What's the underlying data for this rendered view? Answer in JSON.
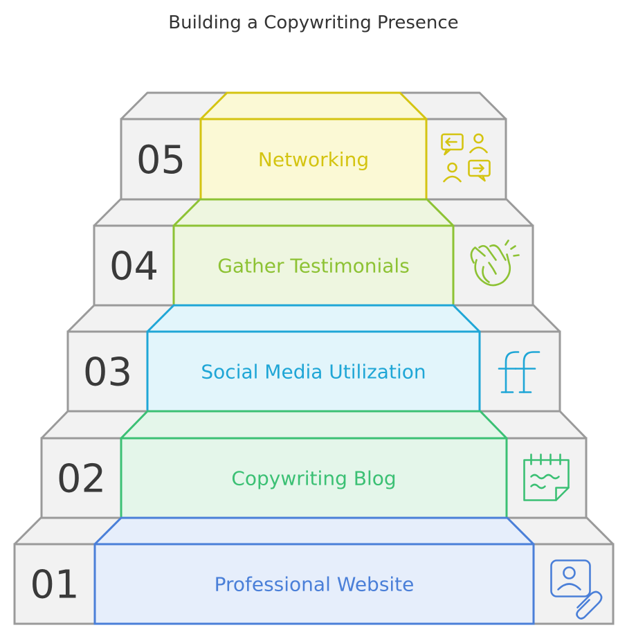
{
  "title": "Building a Copywriting Presence",
  "steps": [
    {
      "number": "05",
      "label": "Networking",
      "color": "#d4c411",
      "fill": "#fbf9d5",
      "icon": "networking-icon"
    },
    {
      "number": "04",
      "label": "Gather Testimonials",
      "color": "#8dc234",
      "fill": "#eef6e0",
      "icon": "clapping-hands-icon"
    },
    {
      "number": "03",
      "label": "Social Media Utilization",
      "color": "#1fa6d6",
      "fill": "#e2f5fb",
      "icon": "ligature-ff-icon"
    },
    {
      "number": "02",
      "label": "Copywriting Blog",
      "color": "#3bc074",
      "fill": "#e4f6ea",
      "icon": "calendar-note-icon"
    },
    {
      "number": "01",
      "label": "Professional Website",
      "color": "#4a7fd8",
      "fill": "#e6eefb",
      "icon": "profile-attachment-icon"
    }
  ],
  "colors": {
    "frame_stroke": "#9a9a9a",
    "frame_fill": "#f2f2f2"
  }
}
